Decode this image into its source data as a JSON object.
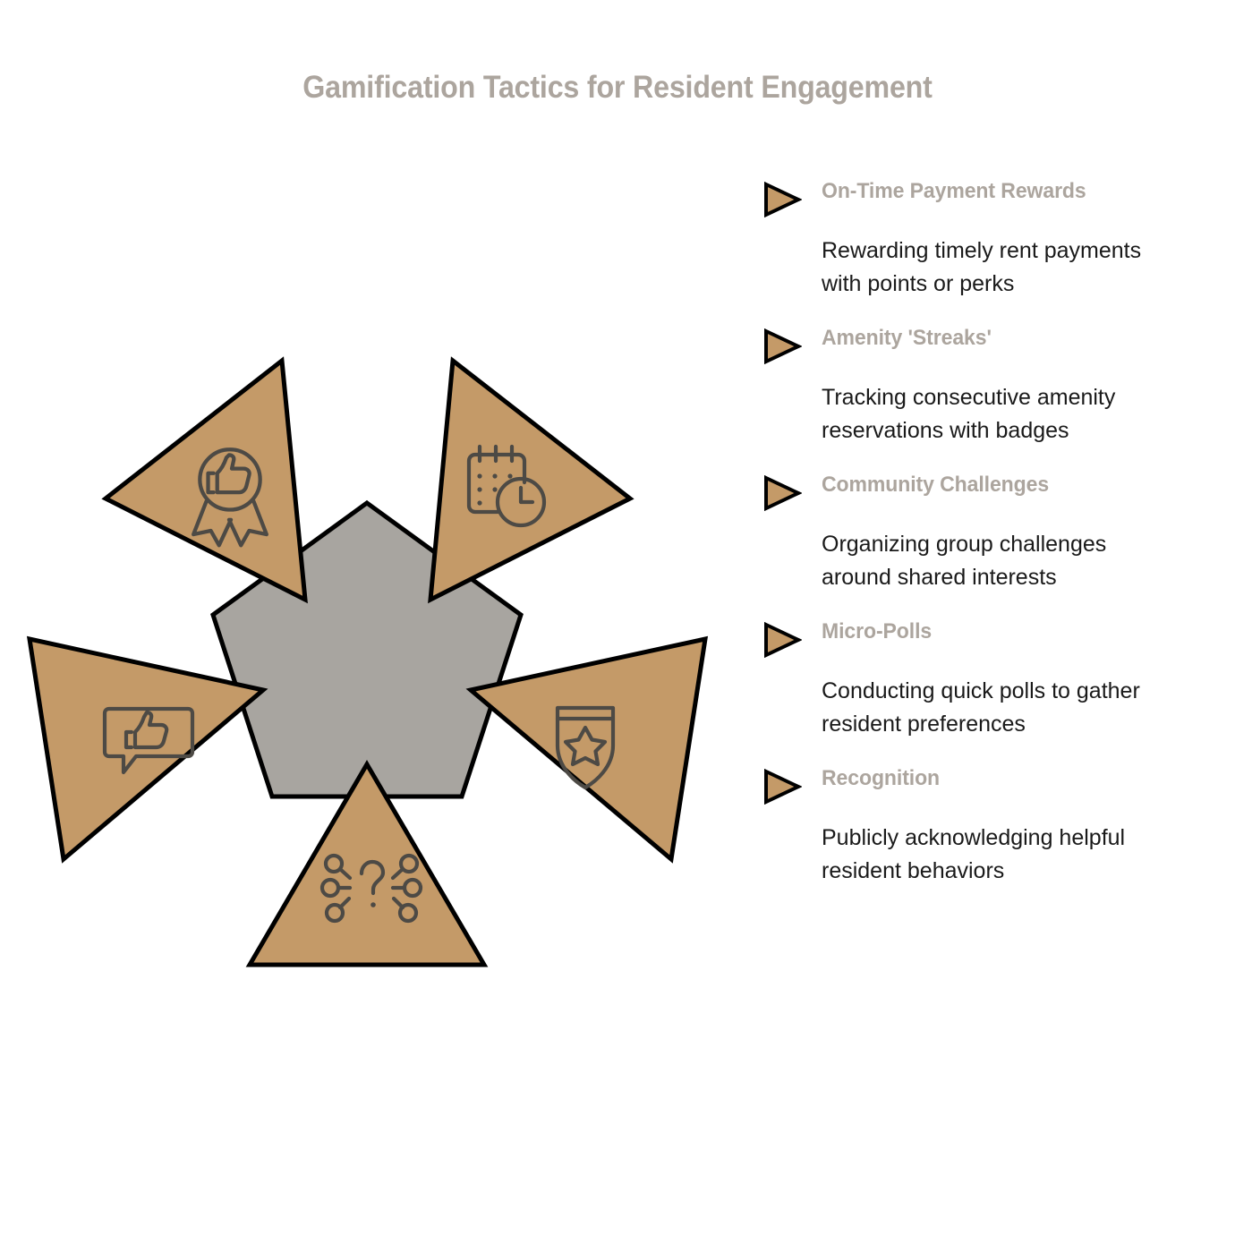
{
  "title": "Gamification Tactics for Resident Engagement",
  "colors": {
    "accent_tan": "#C49A68",
    "center_gray": "#A8A5A0",
    "outline": "#000000",
    "heading_gray": "#ACA59E",
    "body_text": "#1a1a1a",
    "icon_stroke": "#4d4a45",
    "background": "#ffffff"
  },
  "legend": {
    "items": [
      {
        "heading": "On-Time Payment Rewards",
        "description": "Rewarding timely rent payments with points or perks",
        "marker": "triangle-right-marker"
      },
      {
        "heading": "Amenity 'Streaks'",
        "description": "Tracking consecutive amenity reservations with badges",
        "marker": "triangle-right-marker"
      },
      {
        "heading": "Community Challenges",
        "description": "Organizing group challenges around shared interests",
        "marker": "triangle-right-marker"
      },
      {
        "heading": "Micro-Polls",
        "description": "Conducting quick polls to gather resident preferences",
        "marker": "triangle-right-marker"
      },
      {
        "heading": "Recognition",
        "description": "Publicly acknowledging helpful resident behaviors",
        "marker": "triangle-right-marker"
      }
    ]
  },
  "diagram": {
    "type": "radial-pentagon-with-triangles",
    "center_shape": "pentagon",
    "petals": [
      {
        "position": "top-left",
        "icon": "award-thumbs-up-icon",
        "relates_to": "On-Time Payment Rewards"
      },
      {
        "position": "top-right",
        "icon": "calendar-clock-icon",
        "relates_to": "Amenity 'Streaks'"
      },
      {
        "position": "right",
        "icon": "shield-star-icon",
        "relates_to": "Community Challenges"
      },
      {
        "position": "bottom",
        "icon": "question-network-icon",
        "relates_to": "Micro-Polls"
      },
      {
        "position": "left",
        "icon": "speech-bubble-thumbs-up-icon",
        "relates_to": "Recognition"
      }
    ]
  }
}
